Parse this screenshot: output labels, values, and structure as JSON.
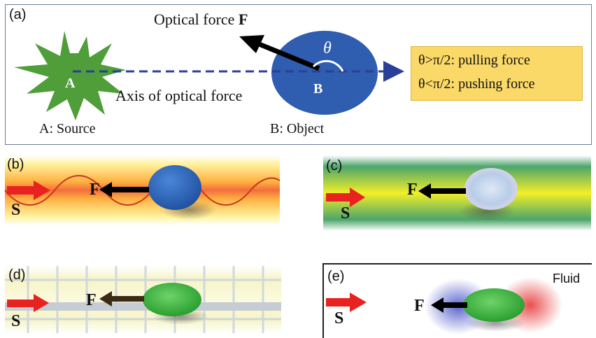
{
  "panel_a": {
    "label": "(a)",
    "optical_force_text": "Optical force ",
    "force_symbol": "F",
    "theta_symbol": "θ",
    "point_a": "A",
    "point_b": "B",
    "axis_label": "Axis of optical force",
    "source_label": "A: Source",
    "object_label": "B: Object",
    "legend": {
      "line1": "θ>π/2: pulling force",
      "line2": "θ<π/2: pushing force"
    }
  },
  "panel_b": {
    "label": "(b)",
    "s": "S",
    "f": "F"
  },
  "panel_c": {
    "label": "(c)",
    "s": "S",
    "f": "F"
  },
  "panel_d": {
    "label": "(d)",
    "s": "S",
    "f": "F"
  },
  "panel_e": {
    "label": "(e)",
    "s": "S",
    "f": "F",
    "fluid": "Fluid"
  },
  "colors": {
    "source_star": "#4f9e3a",
    "object_ellipse": "#2f5db0",
    "axis_dash": "#2b3e9a",
    "s_arrow": "#e8231f",
    "legend_bg": "#fbd968"
  }
}
